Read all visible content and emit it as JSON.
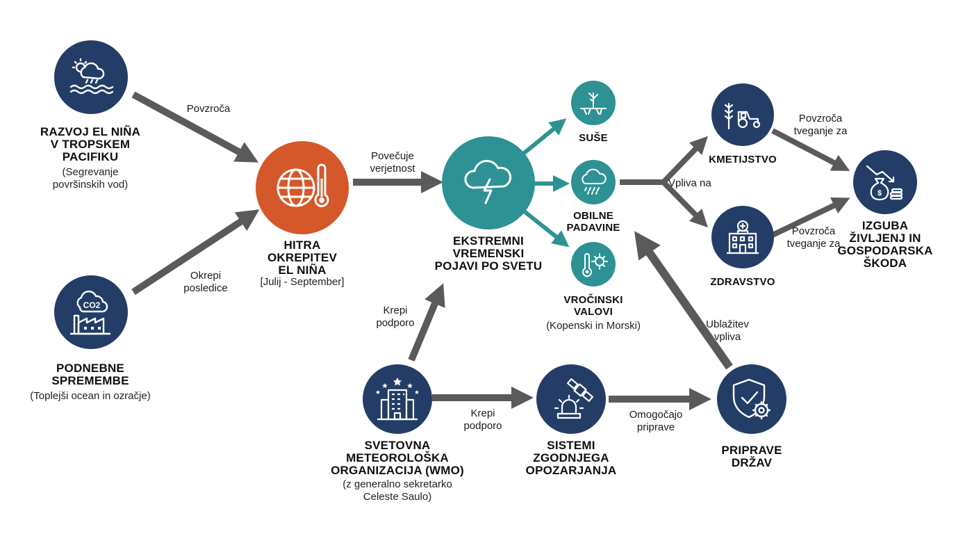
{
  "nodes": {
    "el_nino_development": {
      "title_lines": [
        "Razvoj El Niña",
        "v tropskem",
        "Pacifiku"
      ],
      "sub_lines": [
        "(Segrevanje",
        "površinskih vod)"
      ],
      "icon": "cloud-rain-ocean-icon"
    },
    "climate_change": {
      "title_lines": [
        "Podnebne",
        "spremembe"
      ],
      "sub_lines": [
        "(Toplejši ocean in ozračje)"
      ],
      "icon": "co2-factory-icon",
      "icon_text": "CO2"
    },
    "rapid_strengthening": {
      "title_lines": [
        "Hitra",
        "okrepitev",
        "El Niña"
      ],
      "sub_lines": [
        "[Julij - September]"
      ],
      "icon": "globe-thermometer-icon"
    },
    "extreme_weather": {
      "title_lines": [
        "Ekstremni",
        "vremenski",
        "pojavi po svetu"
      ],
      "icon": "storm-cloud-lightning-icon"
    },
    "droughts": {
      "title_lines": [
        "Suše"
      ],
      "icon": "cracked-earth-icon"
    },
    "heavy_rain": {
      "title_lines": [
        "Obilne",
        "padavine"
      ],
      "icon": "rain-cloud-icon"
    },
    "heatwaves": {
      "title_lines": [
        "Vročinski",
        "valovi"
      ],
      "sub_lines": [
        "(Kopenski in Morski)"
      ],
      "icon": "thermometer-sun-icon"
    },
    "agriculture": {
      "title_lines": [
        "Kmetijstvo"
      ],
      "icon": "wheat-tractor-icon"
    },
    "health": {
      "title_lines": [
        "Zdravstvo"
      ],
      "icon": "hospital-icon"
    },
    "losses": {
      "title_lines": [
        "Izguba",
        "življenj in",
        "gospodarska",
        "škoda"
      ],
      "icon": "money-bag-decline-icon"
    },
    "wmo": {
      "title_lines": [
        "Svetovna",
        "meteorološka",
        "organizacija (WMO)"
      ],
      "sub_lines": [
        "(z generalno sekretarko",
        "Celeste Saulo)"
      ],
      "icon": "building-stars-icon"
    },
    "early_warning": {
      "title_lines": [
        "Sistemi",
        "zgodnjega",
        "opozarjanja"
      ],
      "icon": "siren-satellite-icon"
    },
    "preparedness": {
      "title_lines": [
        "Priprave",
        "držav"
      ],
      "icon": "shield-gear-icon"
    }
  },
  "edges": {
    "causes": [
      "Povzroča"
    ],
    "strengthens_effects": [
      "Okrepi",
      "posledice"
    ],
    "increases_probability": [
      "Povečuje",
      "verjetnost"
    ],
    "affects": [
      "Vpliva na"
    ],
    "risk_agriculture": [
      "Povzroča",
      "tveganje za"
    ],
    "risk_health": [
      "Povzroča",
      "tveganje za"
    ],
    "support_top": [
      "Krepi",
      "podporo"
    ],
    "support_bottom": [
      "Krepi",
      "podporo"
    ],
    "enables_preparation": [
      "Omogočajo",
      "priprave"
    ],
    "impact_mitigation": [
      "Ublažitev",
      "vpliva"
    ]
  },
  "colors": {
    "navy": "#243d66",
    "orange": "#d4582a",
    "teal": "#2e9294",
    "gray_arrow": "#5a5a5a",
    "teal_arrow": "#2e9294"
  }
}
